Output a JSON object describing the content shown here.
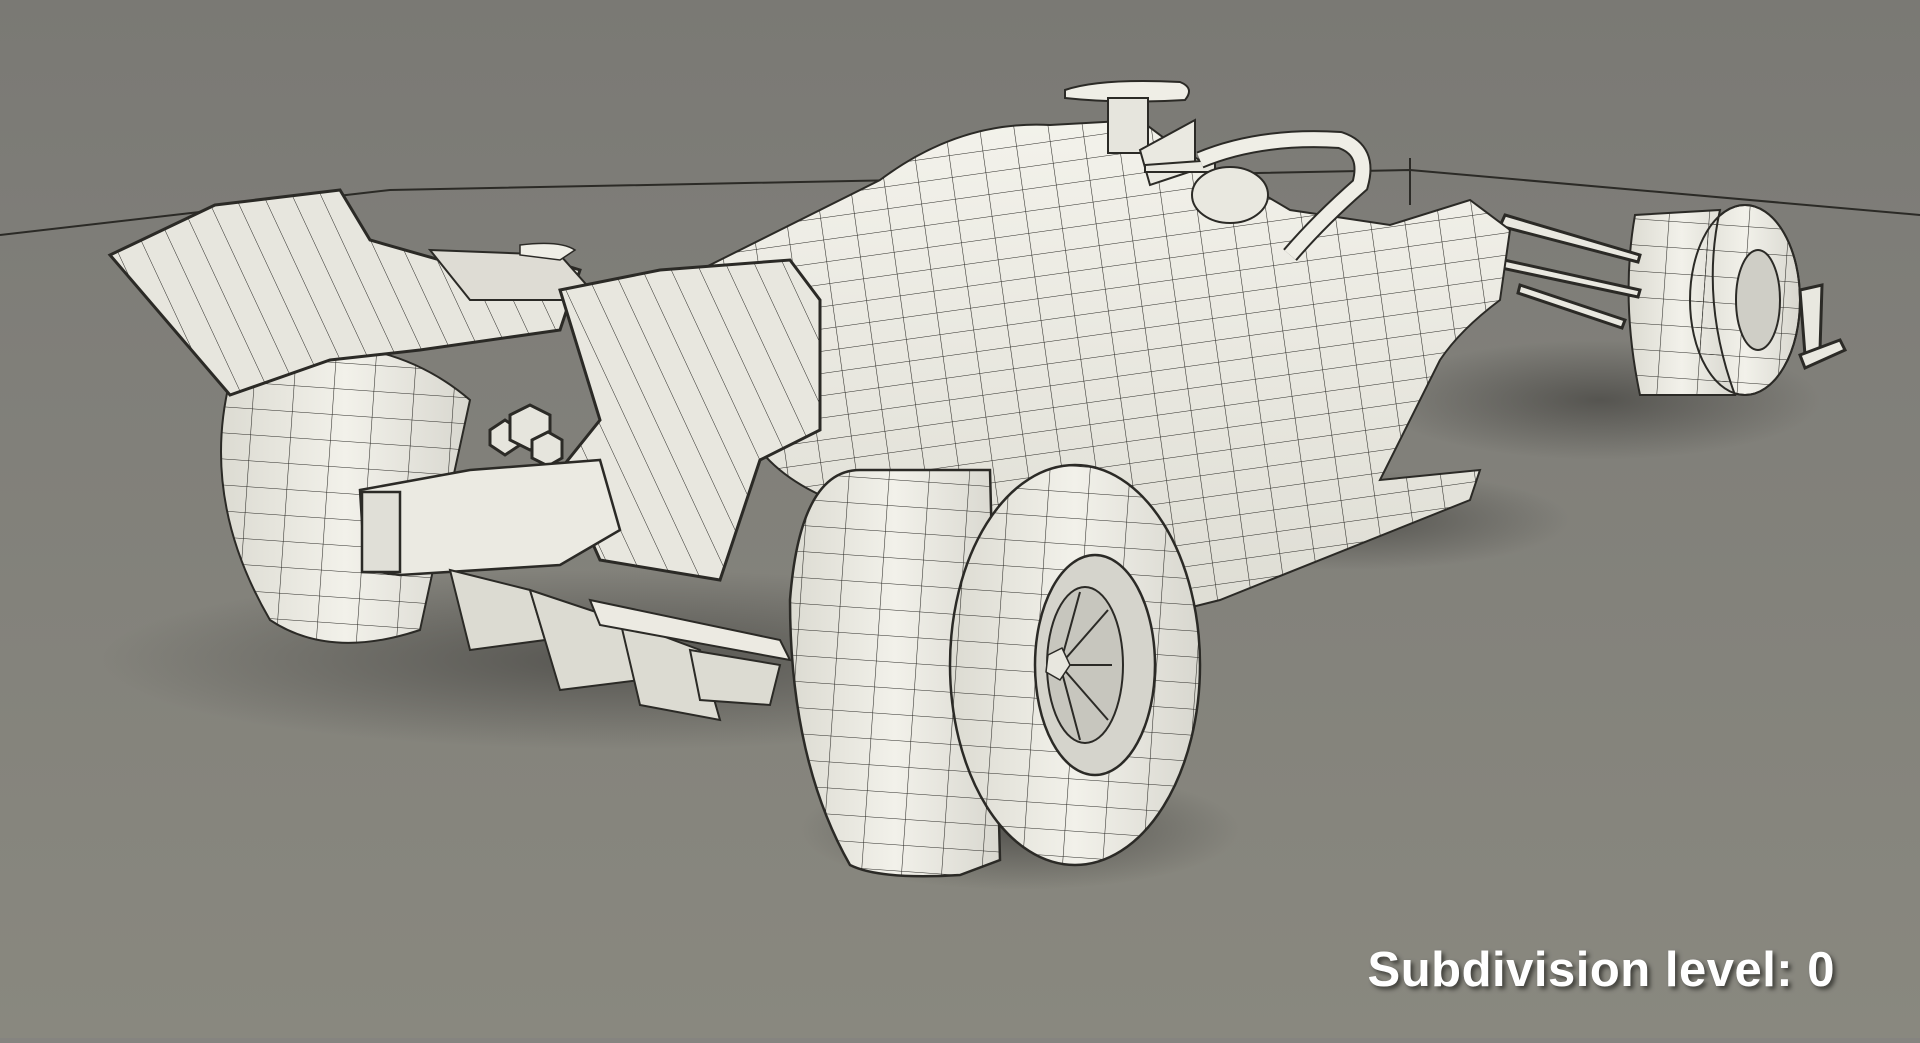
{
  "scene": {
    "subject": "Formula 1 car wireframe render, rear three-quarter view",
    "background_color": "#7e7d78",
    "ground_color": "#878680",
    "body_color": "#efeee6",
    "wire_color": "#2b2a26",
    "shadow_color": "#5e5d59"
  },
  "caption": {
    "text": "Subdivision level: 0",
    "label": "Subdivision level",
    "value": "0",
    "color": "#ffffff"
  }
}
